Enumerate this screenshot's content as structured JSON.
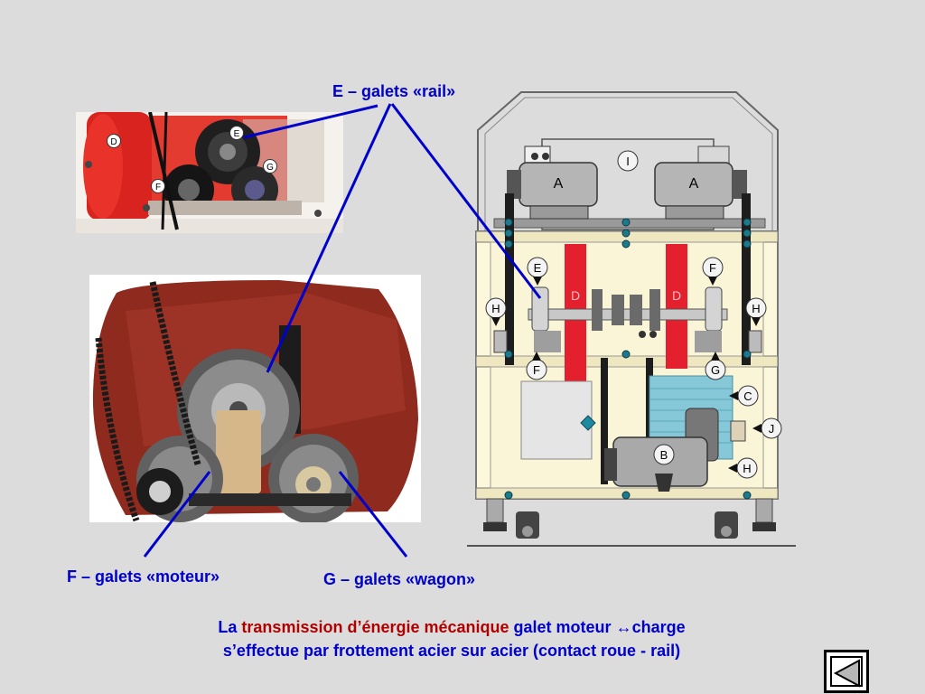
{
  "labels": {
    "e_rail": "E – galets «rail»",
    "f_moteur": "F – galets «moteur»",
    "g_wagon": "G – galets «wagon»"
  },
  "caption": {
    "prefix": "La ",
    "highlight": "transmission d’énergie mécanique",
    "middle": " galet moteur ",
    "arrow": "↔",
    "after_arrow": "charge",
    "line2": "s’effectue par frottement acier sur acier (contact roue - rail)"
  },
  "photo_top_markers": {
    "d": "D",
    "e": "E",
    "f": "F",
    "g": "G"
  },
  "machine_labels": {
    "i": "I",
    "a": "A",
    "d": "D",
    "e": "E",
    "f": "F",
    "g": "G",
    "h": "H",
    "c": "C",
    "j": "J",
    "b": "B"
  },
  "colors": {
    "label_blue": "#0000cc",
    "accent_red": "#b00000",
    "belt_red": "#e4202e",
    "background": "#dcdcdc"
  }
}
